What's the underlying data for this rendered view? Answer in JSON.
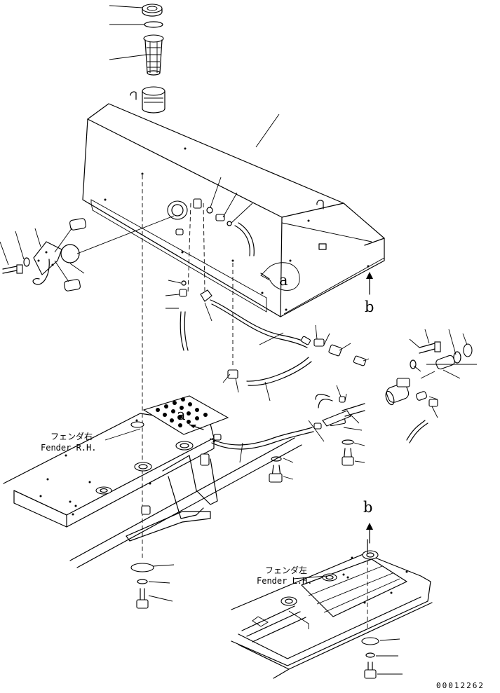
{
  "fender_right": {
    "jp": "フェンダ右",
    "en": "Fender R.H."
  },
  "fender_left": {
    "jp": "フェンダ左",
    "en": "Fender L.H."
  },
  "view_marks": {
    "a": "a",
    "b": "b"
  },
  "drawing_number": "00012262"
}
